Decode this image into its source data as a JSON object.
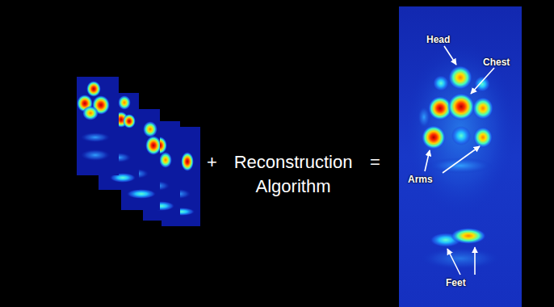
{
  "diagram": {
    "labels": [
      "+",
      "Reconstruction Algorithm",
      "=",
      "Head",
      "Chest",
      "Arms",
      "Feet"
    ]
  }
}
